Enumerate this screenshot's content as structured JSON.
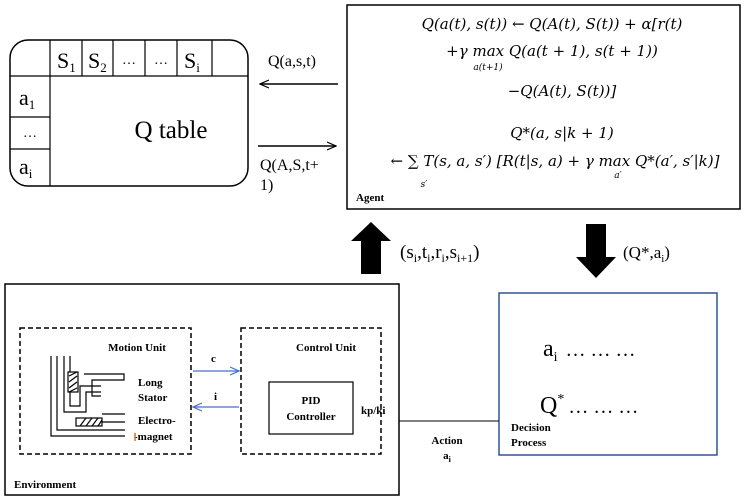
{
  "q_table": {
    "title": "Q table",
    "state_headers": [
      "S",
      "S",
      "…",
      "…",
      "S"
    ],
    "state_subscripts": [
      "1",
      "2",
      "",
      "",
      "i"
    ],
    "action_rows": [
      "a",
      "…",
      "a"
    ],
    "action_subscripts": [
      "1",
      "",
      "i"
    ]
  },
  "arrows": {
    "agent_to_table": "Q(a,s,t)",
    "table_to_agent_line1": "Q(A,S,t+",
    "table_to_agent_line2": "1)",
    "env_to_agent": "(s",
    "env_to_agent_sub1": "i",
    "env_to_agent_mid1": ",t",
    "env_to_agent_sub2": "i",
    "env_to_agent_mid2": ",r",
    "env_to_agent_sub3": "i",
    "env_to_agent_mid3": ",s",
    "env_to_agent_sub4": "i+1",
    "env_to_agent_end": ")",
    "agent_to_decision": "(Q*,a",
    "agent_to_decision_sub": "i",
    "agent_to_decision_end": ")"
  },
  "agent": {
    "label": "Agent",
    "eq1_line1": "Q(a(t), s(t)) ← Q(A(t), S(t)) + α[r(t)",
    "eq1_line2": "+γ max Q(a(t + 1), s(t + 1))",
    "eq1_line2_under": "a(t+1)",
    "eq1_line3": "−Q(A(t), S(t))]",
    "eq2_line1": "Q*(a, s|k + 1)",
    "eq2_line2": "← ∑ T(s, a, s′) [R(t|s, a) + γ max Q*(a′, s′|k)]",
    "eq2_sum_under": "s′",
    "eq2_max_under": "a′"
  },
  "decision": {
    "label_line1": "Decision",
    "label_line2": "Process",
    "row1_symbol": "a",
    "row1_sub": "i",
    "row1_dots": "… … …",
    "row2_symbol": "Q",
    "row2_sup": "*",
    "row2_dots": "… … …"
  },
  "environment": {
    "label": "Environment",
    "motion_unit": "Motion Unit",
    "long_stator_1": "Long",
    "long_stator_2": "Stator",
    "electromagnet_1": "Electro-",
    "electromagnet_2": "-magnet",
    "control_unit": "Control Unit",
    "pid_1": "PID",
    "pid_2": "Controller",
    "signal_c": "c",
    "signal_i": "i",
    "kp_ki": "kp/ki",
    "action_1": "Action",
    "action_2": "a",
    "action_sub": "i"
  },
  "colors": {
    "blue_arrow": "#4472c4",
    "decision_border": "#2f5597",
    "accent_orange": "#e07020"
  }
}
